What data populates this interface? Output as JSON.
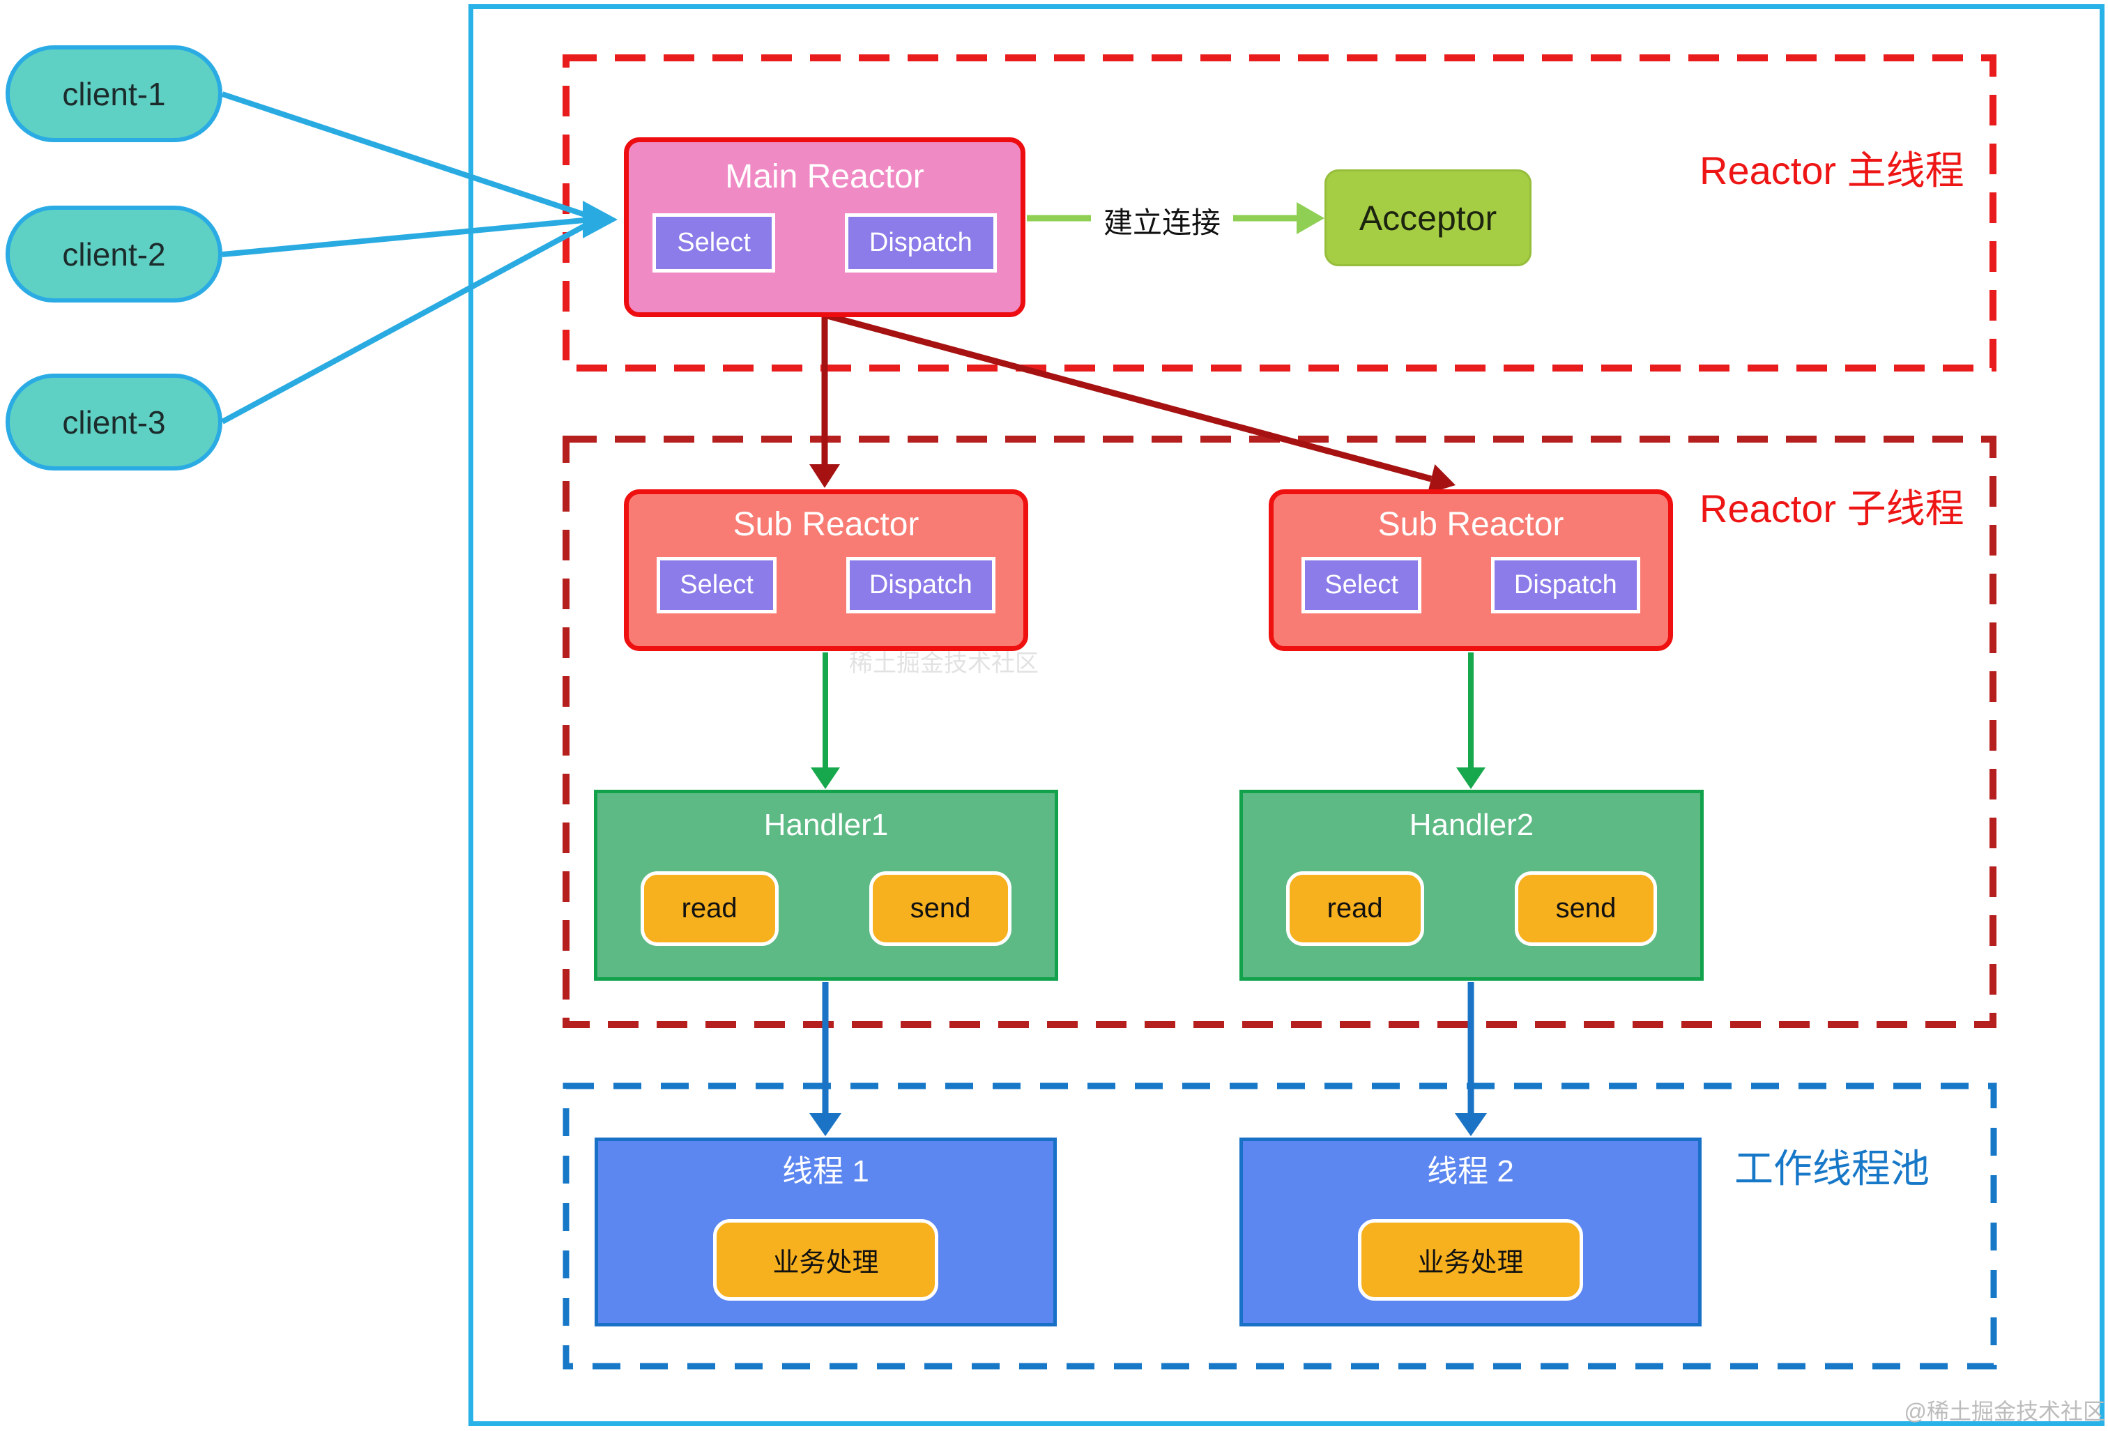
{
  "clients": [
    {
      "label": "client-1"
    },
    {
      "label": "client-2"
    },
    {
      "label": "client-3"
    }
  ],
  "regions": {
    "main_thread": {
      "label": "Reactor 主线程"
    },
    "sub_thread": {
      "label": "Reactor 子线程"
    },
    "worker_pool": {
      "label": "工作线程池"
    }
  },
  "main_reactor": {
    "title": "Main Reactor",
    "select_label": "Select",
    "dispatch_label": "Dispatch"
  },
  "connection": {
    "label": "建立连接"
  },
  "acceptor": {
    "label": "Acceptor"
  },
  "sub_reactors": [
    {
      "title": "Sub Reactor",
      "select_label": "Select",
      "dispatch_label": "Dispatch"
    },
    {
      "title": "Sub Reactor",
      "select_label": "Select",
      "dispatch_label": "Dispatch"
    }
  ],
  "handlers": [
    {
      "title": "Handler1",
      "read_label": "read",
      "send_label": "send"
    },
    {
      "title": "Handler2",
      "read_label": "read",
      "send_label": "send"
    }
  ],
  "threads": [
    {
      "title": "线程 1",
      "task_label": "业务处理"
    },
    {
      "title": "线程 2",
      "task_label": "业务处理"
    }
  ],
  "watermarks": {
    "corner": "@稀土掘金技术社区",
    "faint": "稀土掘金技术社区"
  },
  "colors": {
    "outer_frame": "#29b2e8",
    "client_fill": "#5fd0c4",
    "client_border": "#2aabe3",
    "main_thread_region_dash": "#e81c1c",
    "sub_thread_region_dash": "#b5201f",
    "worker_pool_region_dash": "#1878c8",
    "main_reactor_fill": "#f08ac5",
    "main_reactor_border": "#ed0c10",
    "sub_reactor_fill": "#f97c74",
    "chip_purple": "#8b7ce9",
    "acceptor_fill": "#a6ce44",
    "connection_arrow": "#8fd054",
    "dispatch_arrow_dark_red": "#a61212",
    "handler_fill": "#5eba85",
    "handler_arrow_green": "#17a84e",
    "io_chip_orange": "#f7b01e",
    "thread_fill": "#5c86f0",
    "thread_arrow_blue": "#1a73c4"
  }
}
